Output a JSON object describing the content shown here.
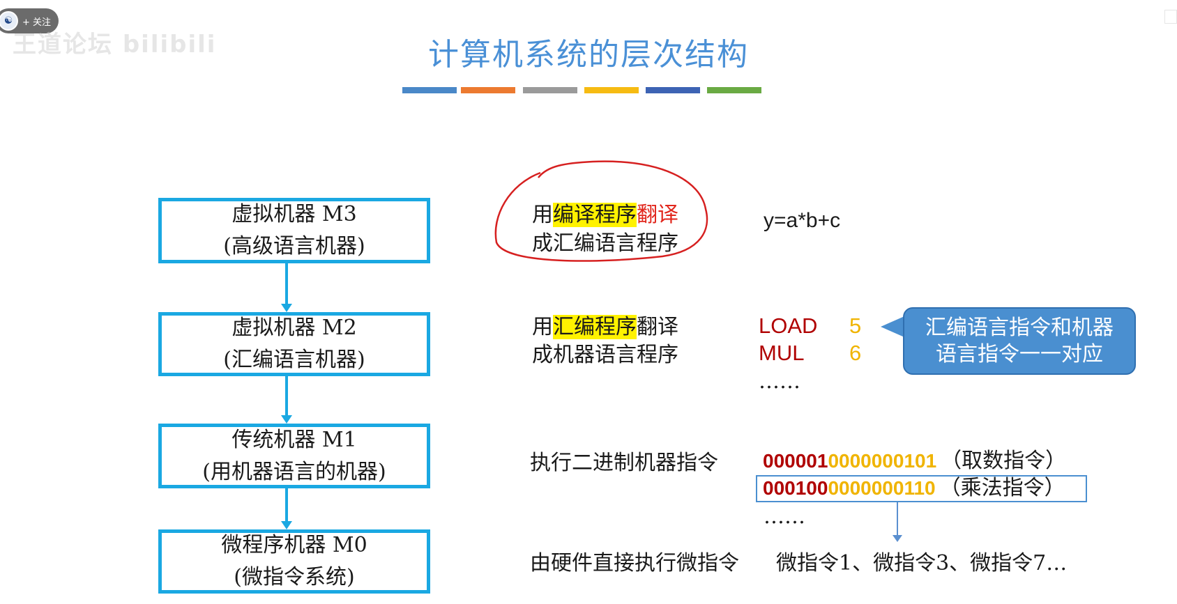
{
  "title": "计算机系统的层次结构",
  "color_bars": [
    "#4a88c8",
    "#ec7a30",
    "#9a9a9a",
    "#f6bb12",
    "#3d63b4",
    "#6aaa43"
  ],
  "overlay": {
    "follow_label": "+ 关注",
    "watermark": "王道论坛 bilibili"
  },
  "machines": [
    {
      "name": "虚拟机器 M3",
      "desc": "(高级语言机器)"
    },
    {
      "name": "虚拟机器 M2",
      "desc": "(汇编语言机器)"
    },
    {
      "name": "传统机器 M1",
      "desc": "(用机器语言的机器)"
    },
    {
      "name": "微程序机器 M0",
      "desc": "(微指令系统)"
    }
  ],
  "level3": {
    "line1_pre": "用",
    "line1_hl": "编译程序",
    "line1_red": "翻译",
    "line2": "成汇编语言程序",
    "example": "y=a*b+c"
  },
  "level2": {
    "line1_pre": "用",
    "line1_hl": "汇编程序",
    "line1_post": "翻译",
    "line2": "成机器语言程序",
    "code": [
      {
        "op": "LOAD",
        "arg": "5"
      },
      {
        "op": "MUL",
        "arg": "6"
      }
    ],
    "ellipsis": "……",
    "callout_line1": "汇编语言指令和机器",
    "callout_line2": "语言指令一一对应"
  },
  "level1": {
    "text": "执行二进制机器指令",
    "binary": [
      {
        "opcode": "000001",
        "operand": "0000000101",
        "note": "（取数指令）"
      },
      {
        "opcode": "000100",
        "operand": "0000000110",
        "note": "（乘法指令）"
      }
    ],
    "ellipsis": "……"
  },
  "level0": {
    "text": "由硬件直接执行微指令",
    "micro": "微指令1、微指令3、微指令7…"
  }
}
